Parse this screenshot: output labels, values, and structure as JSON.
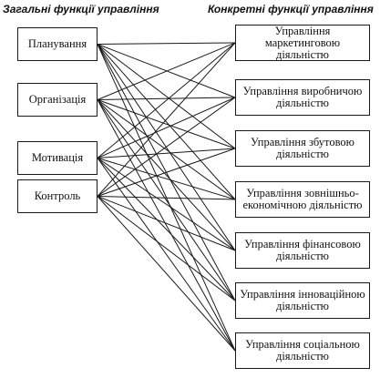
{
  "headings": {
    "general": "Загальні функції управління",
    "specific": "Конкретні функції управління"
  },
  "general_functions": [
    {
      "label": "Планування"
    },
    {
      "label": "Організація"
    },
    {
      "label": "Мотивація"
    },
    {
      "label": "Контроль"
    }
  ],
  "specific_functions": [
    {
      "label": "Управління маркетинговою діяльністю"
    },
    {
      "label": "Управління виробничою діяльністю"
    },
    {
      "label": "Управління збутовою діяльністю"
    },
    {
      "label": "Управління зовнішньо-економічною діяльністю"
    },
    {
      "label": "Управління фінансовою діяльністю"
    },
    {
      "label": "Управління інноваційною діяльністю"
    },
    {
      "label": "Управління соціальною діяльністю"
    }
  ],
  "connections": "all-to-all",
  "colors": {
    "line": "#1a1a1a",
    "border": "#1a1a1a",
    "background": "#ffffff"
  }
}
